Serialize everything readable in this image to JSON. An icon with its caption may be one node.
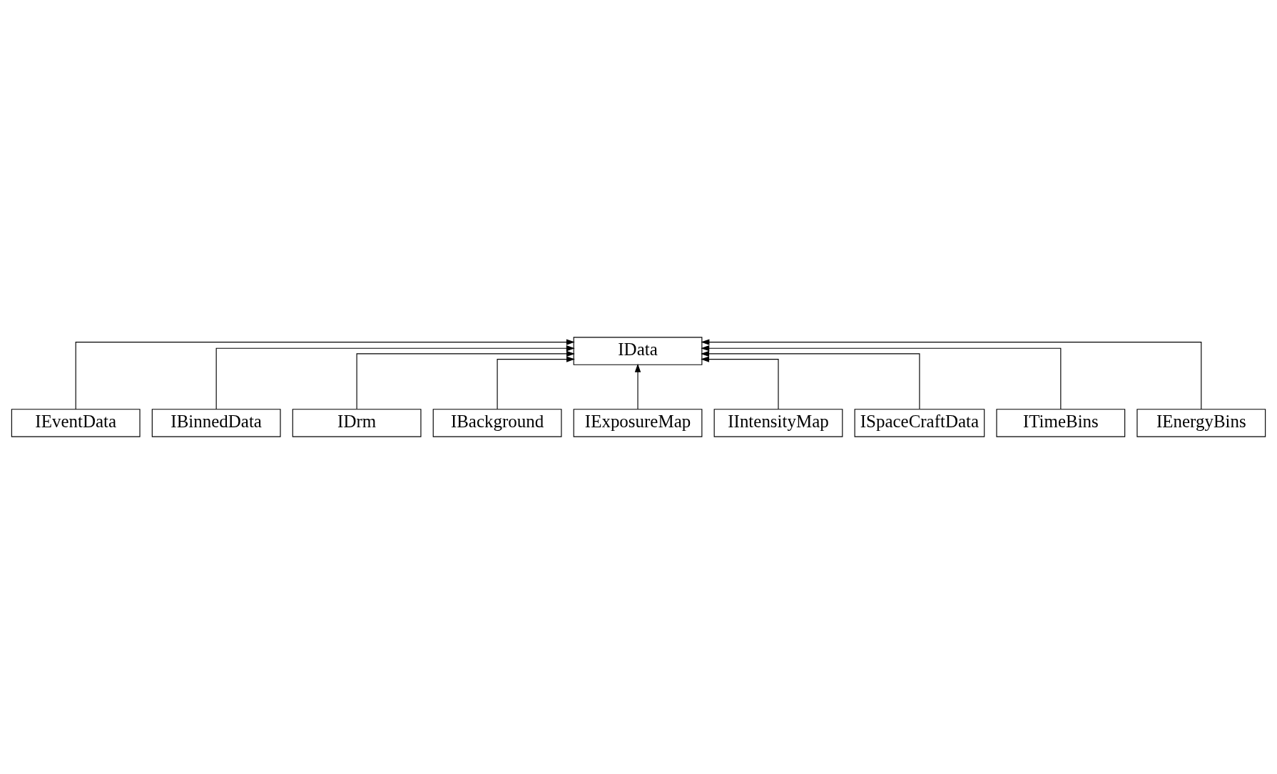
{
  "diagram": {
    "nodes": [
      {
        "text": [
          "IData"
        ]
      },
      {
        "text": [
          "IEventData"
        ]
      },
      {
        "text": [
          "IBinnedData"
        ]
      },
      {
        "text": [
          "IDrm"
        ]
      },
      {
        "text": [
          "IBackground"
        ]
      },
      {
        "text": [
          "IExposureMap"
        ]
      },
      {
        "text": [
          "IIntensityMap"
        ]
      },
      {
        "text": [
          "ISpaceCraftData"
        ]
      },
      {
        "text": [
          "ITimeBins"
        ]
      },
      {
        "text": [
          "IEnergyBins"
        ]
      }
    ],
    "edges": [
      {
        "from": 1,
        "to": 0,
        "arrow": "to"
      },
      {
        "from": 2,
        "to": 0,
        "arrow": "to"
      },
      {
        "from": 3,
        "to": 0,
        "arrow": "to"
      },
      {
        "from": 4,
        "to": 0,
        "arrow": "to"
      },
      {
        "from": 5,
        "to": 0,
        "arrow": "to"
      },
      {
        "from": 6,
        "to": 0,
        "arrow": "to"
      },
      {
        "from": 7,
        "to": 0,
        "arrow": "to"
      },
      {
        "from": 8,
        "to": 0,
        "arrow": "to"
      },
      {
        "from": 9,
        "to": 0,
        "arrow": "to"
      }
    ]
  }
}
